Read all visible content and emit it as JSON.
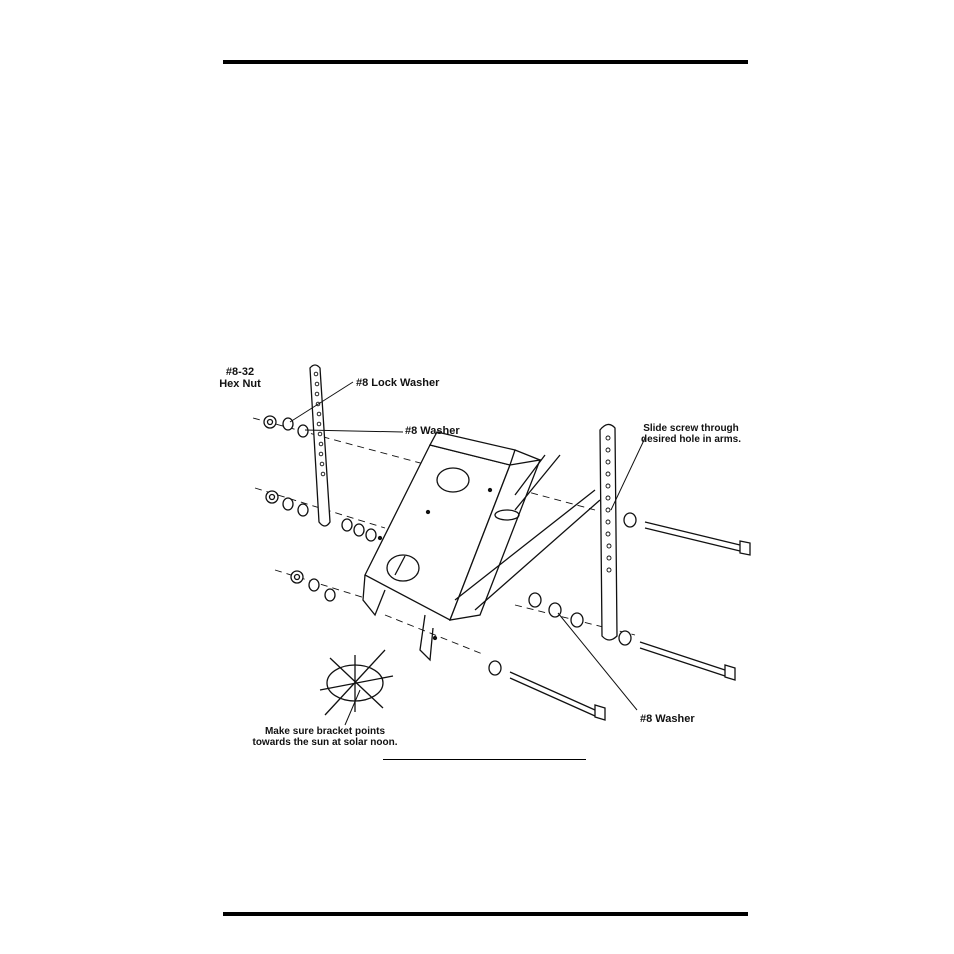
{
  "labels": {
    "hex_nut_line1": "#8-32",
    "hex_nut_line2": "Hex Nut",
    "lock_washer": "#8 Lock Washer",
    "washer_top": "#8 Washer",
    "washer_bottom": "#8 Washer",
    "slide_screw_line1": "Slide screw through",
    "slide_screw_line2": "desired hole in arms.",
    "bracket_line1": "Make sure bracket points",
    "bracket_line2": "towards the sun at solar noon."
  },
  "colors": {
    "ink": "#111111",
    "paper": "#ffffff"
  }
}
